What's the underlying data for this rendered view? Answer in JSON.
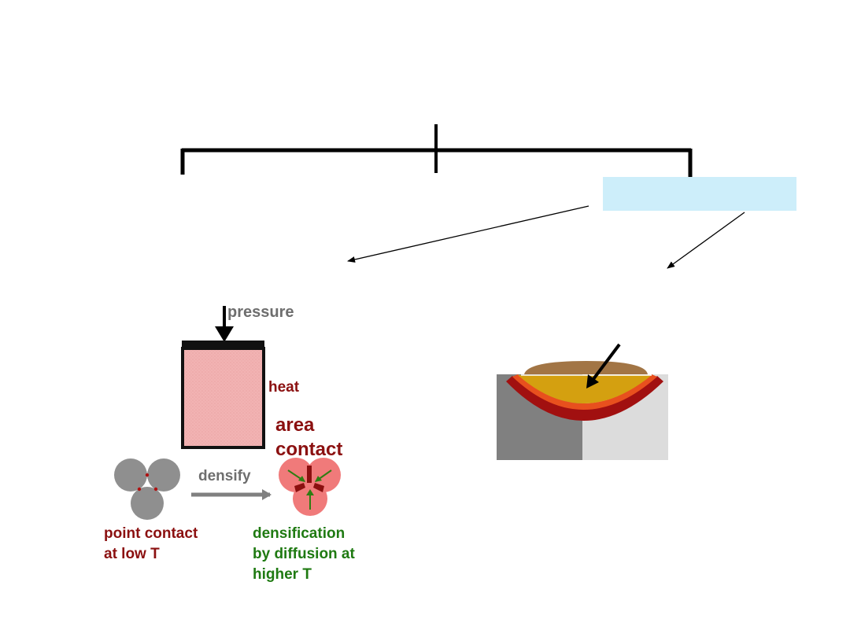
{
  "labels": {
    "pressure": "pressure",
    "heat": "heat",
    "area_contact_line1": "area",
    "area_contact_line2": "contact",
    "densify": "densify",
    "point_contact_line1": "point contact",
    "point_contact_line2": "at low T",
    "densification_line1": "densification",
    "densification_line2": "by diffusion at",
    "densification_line3": "higher T"
  },
  "colors": {
    "tree_lines": "#000000",
    "highlight_box": "#cdeefa",
    "press_body": "#f2b3b3",
    "particle_grey": "#8f8f8f",
    "particle_pink": "#f07a7a",
    "label_grey": "#6e6e6e",
    "label_red": "#8b1010",
    "label_green": "#1f7a12",
    "casting_dark": "#808080",
    "casting_light": "#dcdcdc",
    "crust_dark_red": "#a11010",
    "crust_orange": "#e8501e",
    "core_gold": "#d4a010",
    "top_brown": "#a27545"
  }
}
